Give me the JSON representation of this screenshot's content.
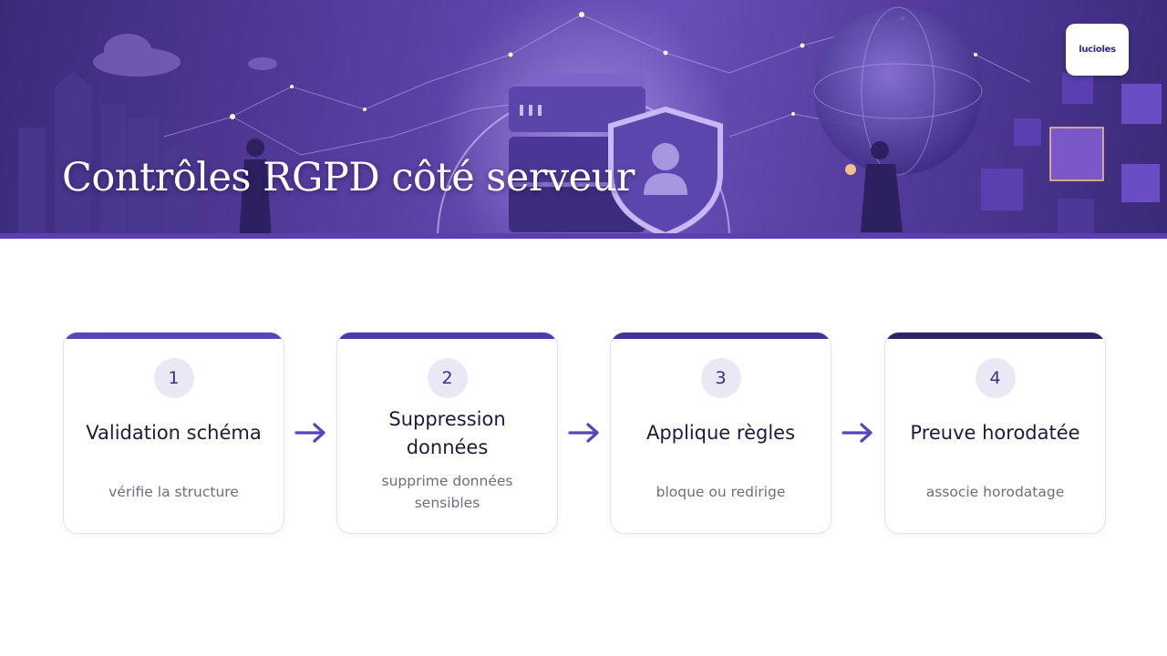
{
  "header": {
    "title": "Contrôles RGPD côté serveur",
    "logo_text": "lucioles"
  },
  "colors": {
    "accent": "#5b3fb0",
    "bar_1": "#5b44b8",
    "bar_2": "#4f3aa6",
    "bar_3": "#443294",
    "bar_4": "#2f2266",
    "arrow": "#5a44b8"
  },
  "steps": [
    {
      "number": "1",
      "title": "Validation schéma",
      "description": "vérifie la structure"
    },
    {
      "number": "2",
      "title": "Suppression données",
      "description": "supprime données sensibles"
    },
    {
      "number": "3",
      "title": "Applique règles",
      "description": "bloque ou redirige"
    },
    {
      "number": "4",
      "title": "Preuve horodatée",
      "description": "associe horodatage"
    }
  ]
}
